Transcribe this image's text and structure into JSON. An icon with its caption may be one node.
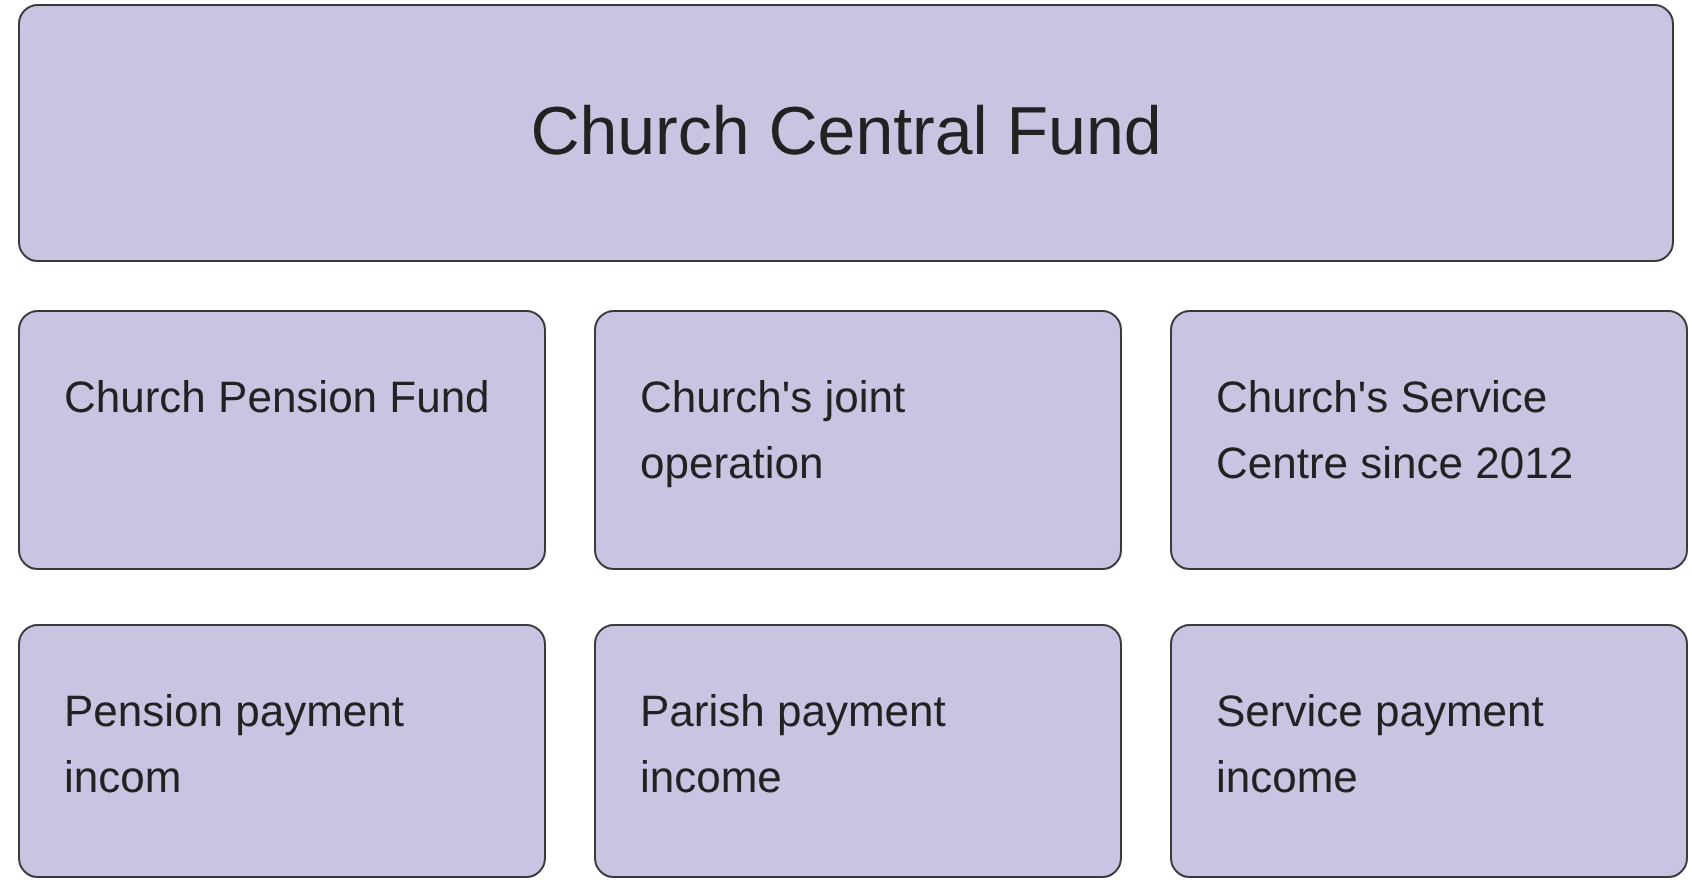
{
  "diagram": {
    "nodes": [
      {
        "text": [
          "Church Central Fund"
        ]
      },
      {
        "text": [
          "Church Pension Fund"
        ]
      },
      {
        "text": [
          "Church's joint operation"
        ]
      },
      {
        "text": [
          "Church's Service Centre since 2012"
        ]
      },
      {
        "text": [
          "Pension payment incom"
        ]
      },
      {
        "text": [
          "Parish payment income"
        ]
      },
      {
        "text": [
          "Service payment income"
        ]
      }
    ]
  }
}
